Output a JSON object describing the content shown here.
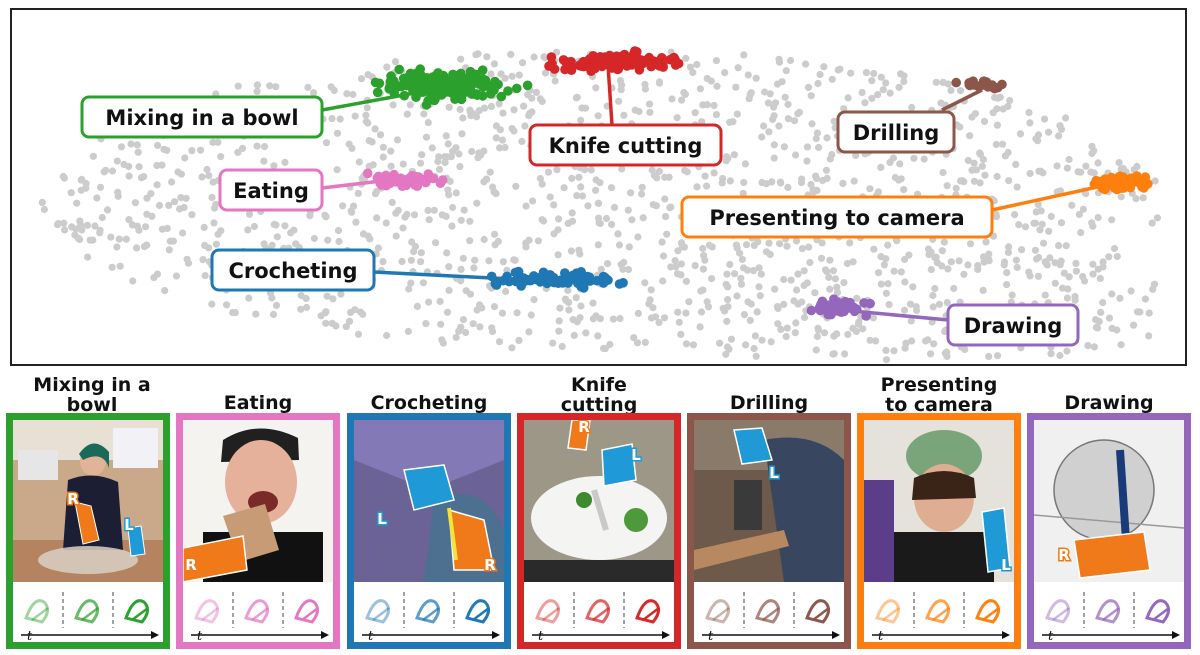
{
  "embedding": {
    "labels": [
      {
        "id": "mixing",
        "text": "Mixing in a bowl",
        "color": "#2ca02c"
      },
      {
        "id": "knife",
        "text": "Knife cutting",
        "color": "#d62728"
      },
      {
        "id": "drilling",
        "text": "Drilling",
        "color": "#8c564b"
      },
      {
        "id": "eating",
        "text": "Eating",
        "color": "#e377c2"
      },
      {
        "id": "presenting",
        "text": "Presenting to camera",
        "color": "#ff7f0e"
      },
      {
        "id": "crocheting",
        "text": "Crocheting",
        "color": "#1f77b4"
      },
      {
        "id": "drawing",
        "text": "Drawing",
        "color": "#9467bd"
      }
    ],
    "background_color": "#cccccc"
  },
  "panels": [
    {
      "id": "mixing",
      "caption": [
        "Mixing in a",
        "bowl"
      ],
      "color": "#2ca02c",
      "hand_labels": [
        "R",
        "L"
      ]
    },
    {
      "id": "eating",
      "caption": [
        "Eating"
      ],
      "color": "#e377c2",
      "hand_labels": [
        "R"
      ]
    },
    {
      "id": "crocheting",
      "caption": [
        "Crocheting"
      ],
      "color": "#1f77b4",
      "hand_labels": [
        "L",
        "R"
      ]
    },
    {
      "id": "knife",
      "caption": [
        "Knife",
        "cutting"
      ],
      "color": "#d62728",
      "hand_labels": [
        "R",
        "L"
      ]
    },
    {
      "id": "drilling",
      "caption": [
        "Drilling"
      ],
      "color": "#8c564b",
      "hand_labels": [
        "L"
      ]
    },
    {
      "id": "presenting",
      "caption": [
        "Presenting",
        "to camera"
      ],
      "color": "#ff7f0e",
      "hand_labels": [
        "L"
      ]
    },
    {
      "id": "drawing",
      "caption": [
        "Drawing"
      ],
      "color": "#9467bd",
      "hand_labels": [
        "R"
      ]
    }
  ],
  "timeline": {
    "axis_label": "t"
  }
}
